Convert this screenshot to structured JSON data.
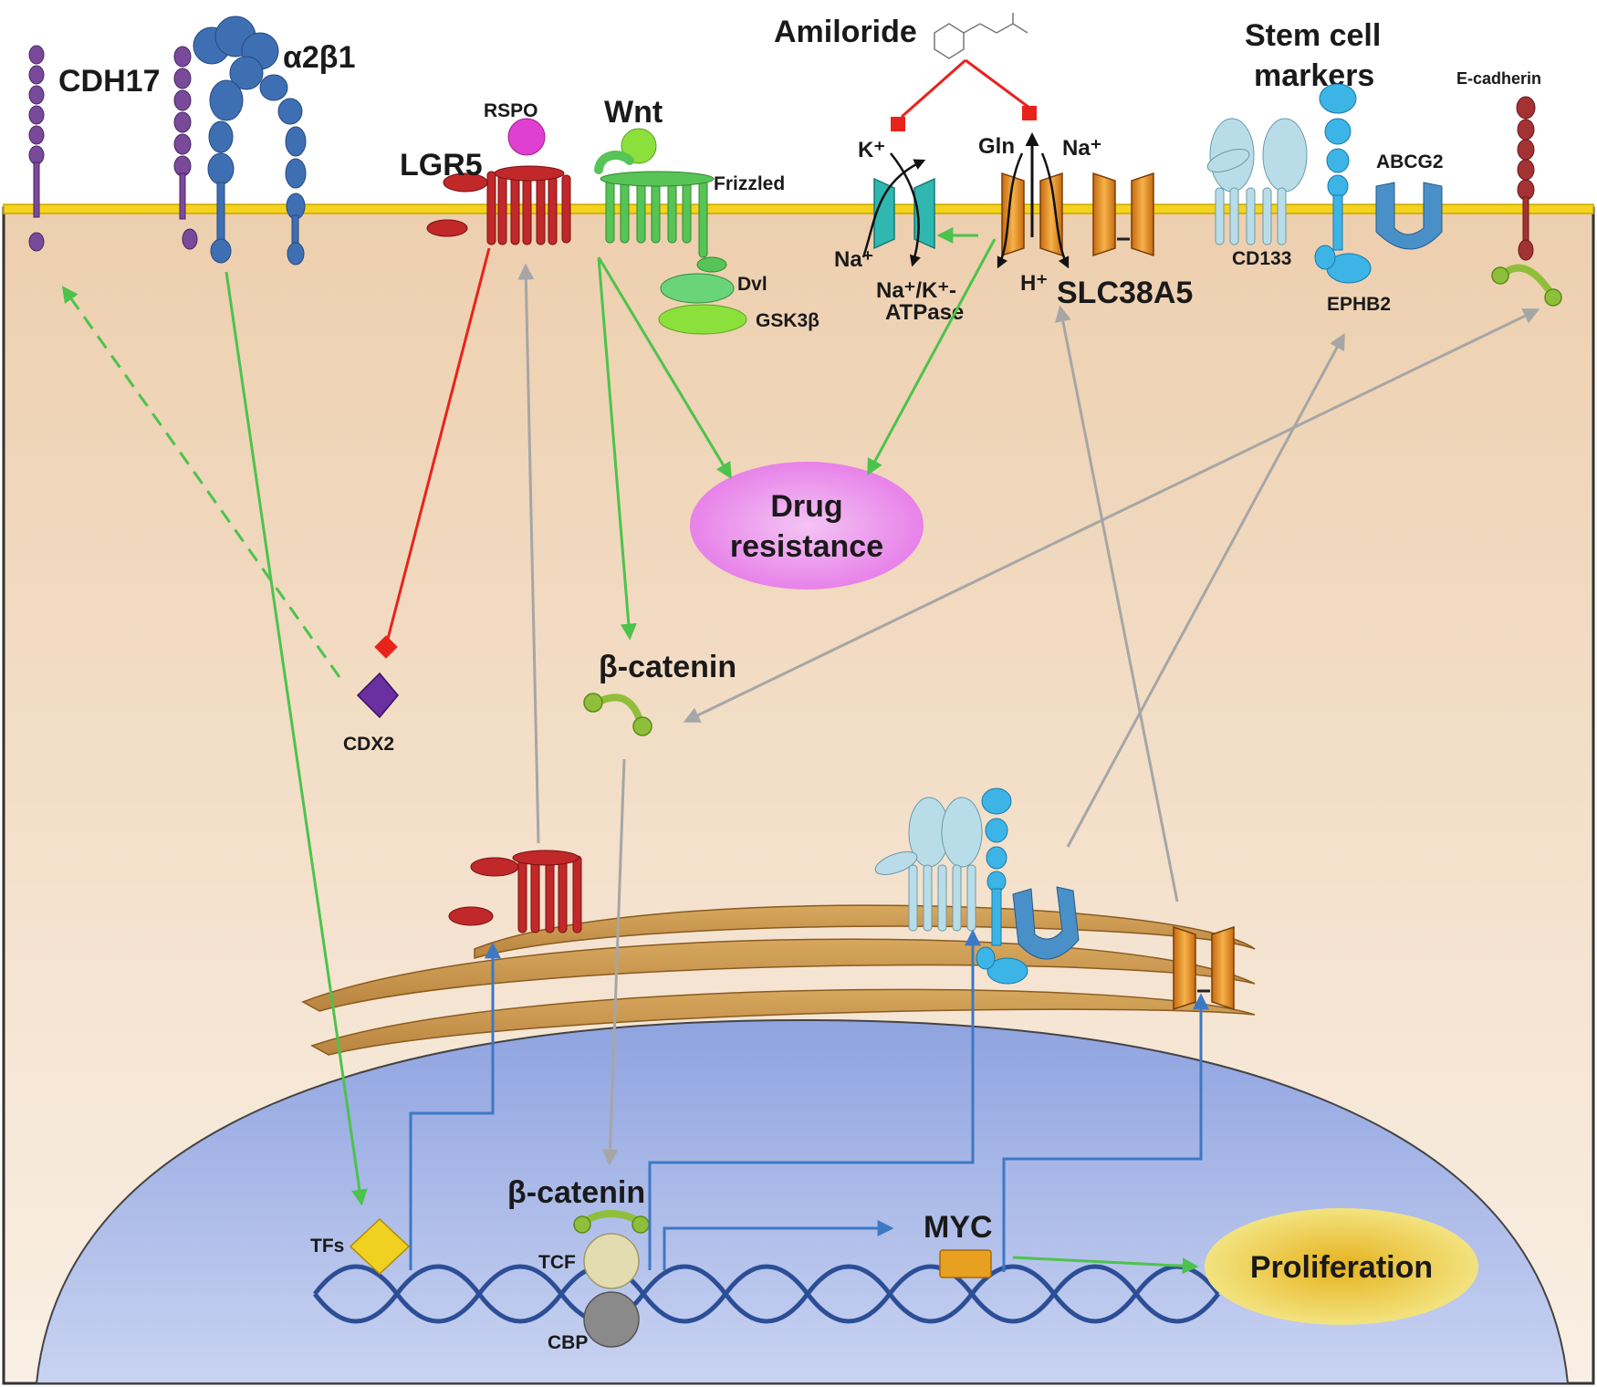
{
  "labels": {
    "cdh17": "CDH17",
    "a2b1": "α2β1",
    "rspo": "RSPO",
    "wnt": "Wnt",
    "lgr5": "LGR5",
    "frizzled": "Frizzled",
    "dvl": "Dvl",
    "gsk3b": "GSK3β",
    "amiloride": "Amiloride",
    "k_plus": "K⁺",
    "na_plus_left": "Na⁺",
    "nak_atpase_1": "Na⁺/K⁺-",
    "nak_atpase_2": "ATPase",
    "gln": "Gln",
    "na_plus_right": "Na⁺",
    "h_plus": "H⁺",
    "slc38a5": "SLC38A5",
    "stem_1": "Stem cell",
    "stem_2": "markers",
    "cd133": "CD133",
    "abcg2": "ABCG2",
    "ephb2": "EPHB2",
    "ecadherin": "E-cadherin",
    "drug_1": "Drug",
    "drug_2": "resistance",
    "cdx2": "CDX2",
    "bcat_cyto": "β-catenin",
    "bcat_nuc": "β-catenin",
    "tfs": "TFs",
    "tcf": "TCF",
    "cbp": "CBP",
    "myc": "MYC",
    "proliferation": "Proliferation"
  },
  "colors": {
    "cytoplasm": "#f2dcc4",
    "membrane": "#f5d21e",
    "nucleus": "#a8b8e6",
    "activation_arrow": "#4cc34c",
    "inhibition_line": "#e8231c",
    "transport_arrow": "#a6a6a6",
    "transcription_arrow": "#3d78c4",
    "drug_resistance": "#e67be8",
    "proliferation": "#f0d23c",
    "lgr5": "#c0282a",
    "frizzled": "#56c456",
    "cdh17": "#7a4a9a",
    "integrin": "#3f6fb3",
    "cdx2": "#6a2fa0",
    "na_k_atpase": "#2fb7b0",
    "slc38a5": "#e88a1e",
    "cd133": "#b9dde8",
    "ephb2": "#3cb4e6",
    "abcg2": "#4a90c8",
    "ecadherin": "#a33232",
    "bcatenin": "#8fbf3a",
    "myc": "#e8a020"
  }
}
